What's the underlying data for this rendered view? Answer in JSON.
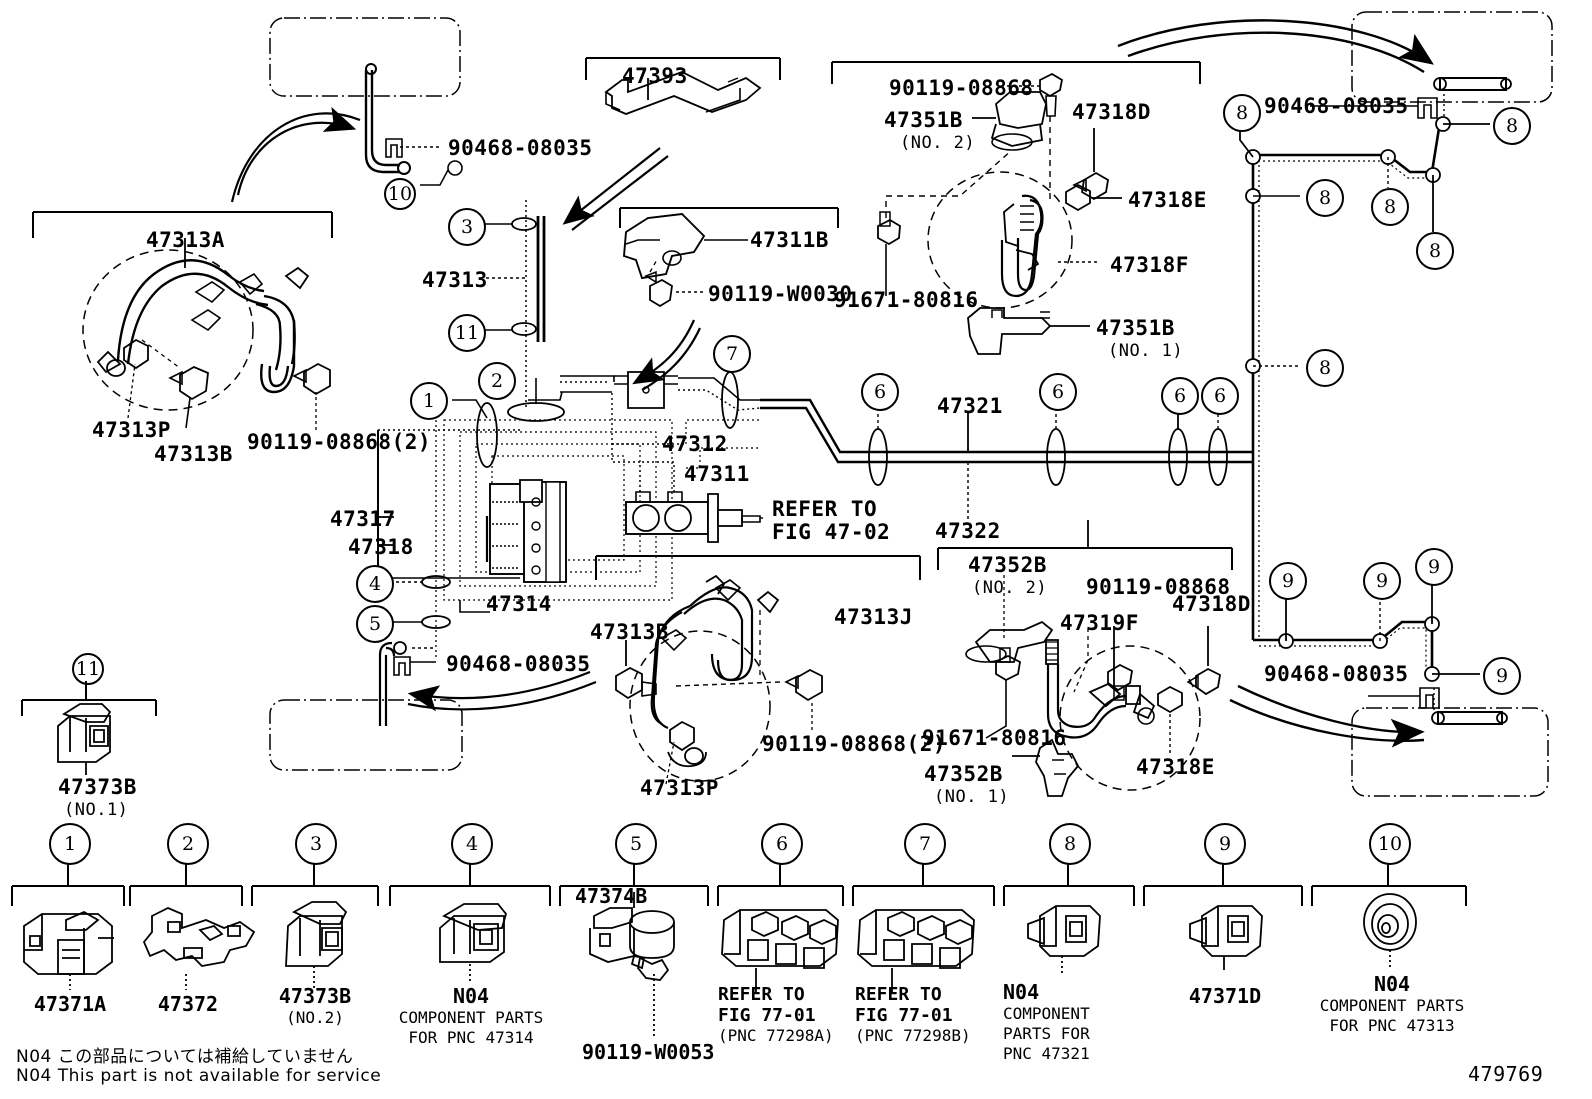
{
  "figure": {
    "number": "479769",
    "note_ja": "N04 この部品については補給していません",
    "note_en": "N04 This part is not available for service"
  },
  "callouts": {
    "c1": "1",
    "c2": "2",
    "c3": "3",
    "c4": "4",
    "c5": "5",
    "c6": "6",
    "c7": "7",
    "c8": "8",
    "c9": "9",
    "c10": "10",
    "c11": "11"
  },
  "labels": {
    "p47313A": "47313A",
    "p47313P": "47313P",
    "p47313B": "47313B",
    "p90119_08868_2": "90119-08868(2)",
    "p90468_08035": "90468-08035",
    "p47313": "47313",
    "p47393": "47393",
    "p47311B": "47311B",
    "p90119_W0030": "90119-W0030",
    "p90119_08868": "90119-08868",
    "p47351B_no2": "47351B",
    "p47351B_no2_sub": "(NO. 2)",
    "p47318D": "47318D",
    "p47318E": "47318E",
    "p47318F": "47318F",
    "p91671_80816": "91671-80816",
    "p47351B_no1": "47351B",
    "p47351B_no1_sub": "(NO. 1)",
    "p47312": "47312",
    "p47311": "47311",
    "p47317": "47317",
    "p47318": "47318",
    "p47314": "47314",
    "p47321": "47321",
    "p47322": "47322",
    "refer_47_02_l1": "REFER TO",
    "refer_47_02_l2": "FIG 47-02",
    "p47313J": "47313J",
    "p47313B_2": "47313B",
    "p47313P_2": "47313P",
    "p90119_08868_2b": "90119-08868(2)",
    "p47352B_no2": "47352B",
    "p47352B_no2_sub": "(NO. 2)",
    "p47352B_no1": "47352B",
    "p47352B_no1_sub": "(NO. 1)",
    "p47319F": "47319F",
    "p90119_08868_b": "90119-08868",
    "p47318D_b": "47318D",
    "p47318E_b": "47318E",
    "p91671_80816_b": "91671-80816",
    "p90468_08035_b": "90468-08035",
    "p90468_08035_c": "90468-08035",
    "p90468_08035_d": "90468-08035",
    "p47373B_no1": "47373B",
    "p47373B_no1_sub": "(NO.1)"
  },
  "legend": [
    {
      "num": "1",
      "part": "47371A",
      "sub": "",
      "lines": []
    },
    {
      "num": "2",
      "part": "47372",
      "sub": "",
      "lines": []
    },
    {
      "num": "3",
      "part": "47373B",
      "sub": "(NO.2)",
      "lines": []
    },
    {
      "num": "4",
      "part": "N04",
      "sub": "",
      "lines": [
        "COMPONENT PARTS",
        "FOR PNC 47314"
      ]
    },
    {
      "num": "5",
      "part": "47374B",
      "sub": "",
      "lines": [
        "90119-W0053"
      ]
    },
    {
      "num": "6",
      "part": "",
      "sub": "",
      "lines": [
        "REFER TO",
        "FIG 77-01",
        "(PNC 77298A)"
      ]
    },
    {
      "num": "7",
      "part": "",
      "sub": "",
      "lines": [
        "REFER TO",
        "FIG 77-01",
        "(PNC 77298B)"
      ]
    },
    {
      "num": "8",
      "part": "N04",
      "sub": "",
      "lines": [
        "COMPONENT",
        "PARTS FOR",
        "PNC 47321"
      ]
    },
    {
      "num": "9",
      "part": "47371D",
      "sub": "",
      "lines": []
    },
    {
      "num": "10",
      "part": "N04",
      "sub": "",
      "lines": [
        "COMPONENT PARTS",
        "FOR PNC 47313"
      ]
    }
  ],
  "colors": {
    "ink": "#000000",
    "paper": "#ffffff"
  }
}
